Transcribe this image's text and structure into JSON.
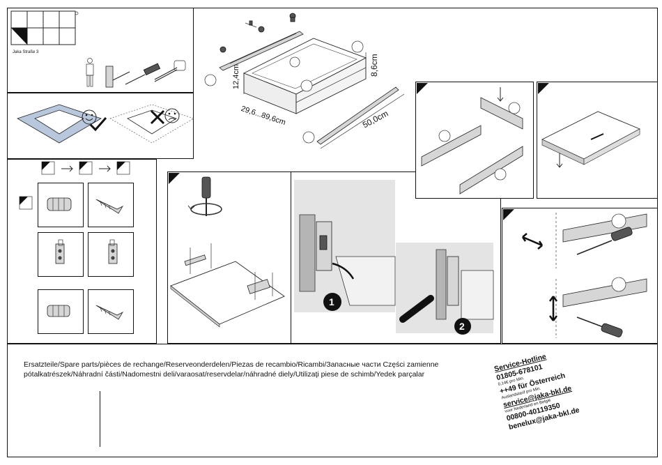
{
  "logo": {
    "text": "Jaka Straße 3"
  },
  "dimensions": {
    "height": "12,4cm",
    "width_range": "29,6...89,6cm",
    "depth": "50,0cm",
    "drawer_height": "8,6cm"
  },
  "steps": {
    "step1": "1",
    "step2": "2"
  },
  "spare_parts": {
    "line1": "Ersatzteile/Spare parts/pièces de rechange/Reserveonderdelen/Piezas de recambio/Ricambi/Запасные части Części zamienne",
    "line2": "pótalkatrészek/Náhradní části/Nadomestni deli/varaosat/reservdelar/náhradné diely/Utilizaţi piese de schimb/Yedek parçalar"
  },
  "hotline": {
    "title": "Service-Hotline",
    "phone_de": "01805-678101",
    "price_note": "0,14€ pro Min.",
    "phone_at": "++49 für Österreich",
    "intl_note": "Auslandstarif pro Min.",
    "email": "service@jaka-bkl.de",
    "benelux_note": "voor Nederland en België",
    "phone_benelux": "00800-40119350",
    "email_benelux": "benelux@jaka-bkl.de"
  },
  "icons": [
    "person-icon",
    "hammer-icon",
    "screwdriver-icon",
    "tape-measure-icon",
    "happy-face-icon",
    "sad-face-icon",
    "check-mark-icon",
    "cross-mark-icon",
    "arrow-right-icon",
    "screwdriver-turn-icon"
  ]
}
